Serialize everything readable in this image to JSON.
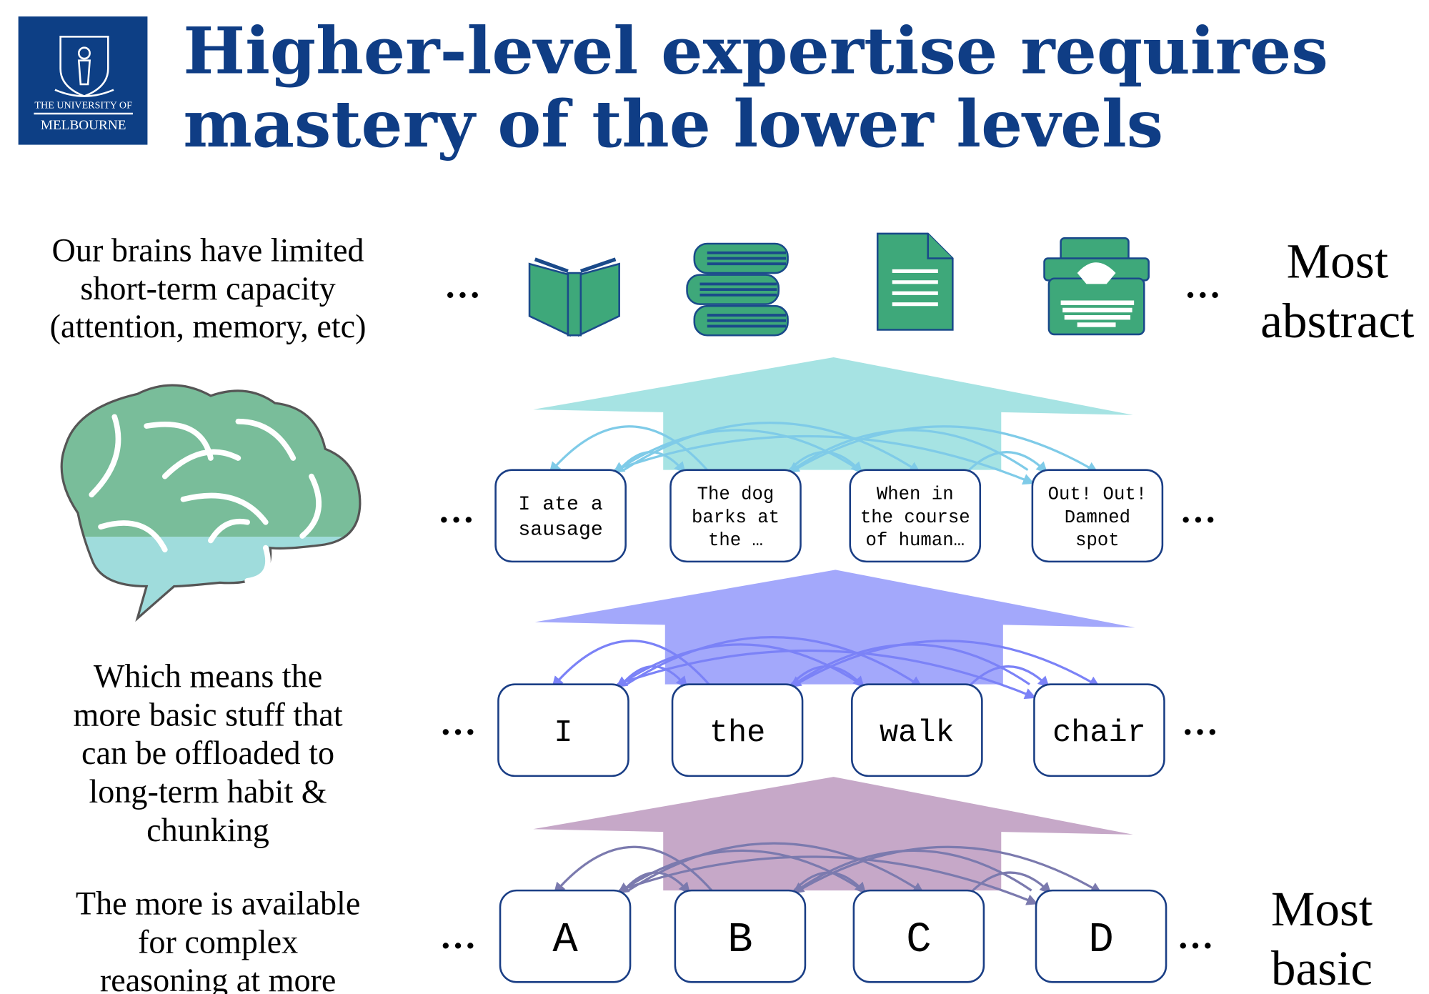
{
  "logo": {
    "line1": "THE UNIVERSITY OF",
    "line2": "MELBOURNE"
  },
  "title": {
    "line1": "Higher-level expertise requires",
    "line2": "mastery of the lower levels"
  },
  "left_text": {
    "block1": [
      "Our brains have limited",
      "short-term capacity",
      "(attention, memory, etc)"
    ],
    "block2": [
      "Which means the",
      "more basic stuff that",
      "can be offloaded to",
      "long-term habit &",
      "chunking"
    ],
    "block3": [
      "The more is available",
      "for complex",
      "reasoning at more"
    ]
  },
  "right_labels": {
    "top": [
      "Most",
      "abstract"
    ],
    "bottom": [
      "Most",
      "basic"
    ]
  },
  "ellipsis": "…",
  "icons": [
    "open-book-icon",
    "book-stack-icon",
    "document-icon",
    "typewriter-icon"
  ],
  "levels": [
    {
      "boxes": [
        [
          "I ate a",
          "sausage"
        ],
        [
          "The dog",
          "barks at",
          "the …"
        ],
        [
          "When in",
          "the course",
          "of human…"
        ],
        [
          "Out! Out!",
          "Damned",
          "spot"
        ]
      ],
      "arrow_color": "#a6e3e3",
      "link_color": "#7fcbe8"
    },
    {
      "boxes": [
        [
          "I"
        ],
        [
          "the"
        ],
        [
          "walk"
        ],
        [
          "chair"
        ]
      ],
      "arrow_color": "#a3a8fb",
      "link_color": "#7b82f7"
    },
    {
      "boxes": [
        [
          "A"
        ],
        [
          "B"
        ],
        [
          "C"
        ],
        [
          "D"
        ]
      ],
      "arrow_color": "#c6a8c8",
      "link_color": "#7b7aae"
    }
  ],
  "colors": {
    "brand": "#0d3f85",
    "icon_green": "#3ea87a",
    "brain_green": "#79bd9a",
    "brain_teal": "#9fdcdc"
  }
}
